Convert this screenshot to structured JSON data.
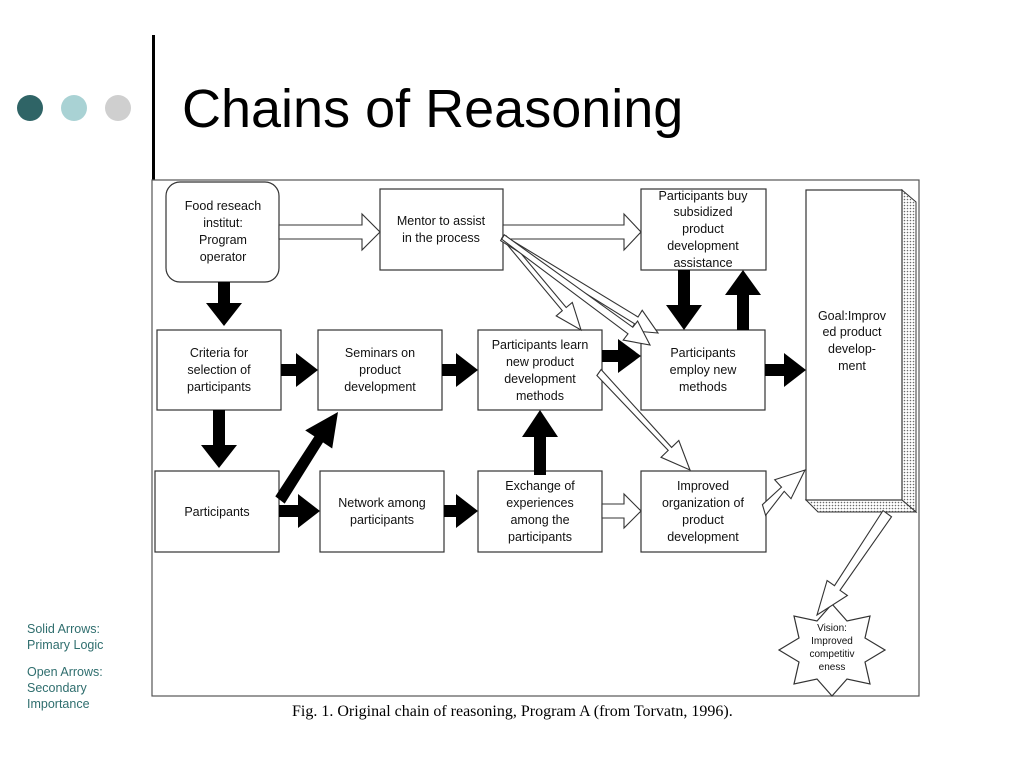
{
  "slide": {
    "title": "Chains of Reasoning",
    "dot_colors": [
      "#2f6466",
      "#a9d2d4",
      "#cfcfcf"
    ]
  },
  "legend": {
    "solid": [
      "Solid Arrows:",
      "Primary Logic"
    ],
    "open": [
      "Open Arrows:",
      "Secondary",
      "Importance"
    ]
  },
  "caption": "Fig. 1. Original chain of reasoning, Program A (from Torvatn, 1996).",
  "diagram": {
    "nodes": {
      "food": [
        "Food reseach",
        "institut:",
        "Program",
        "operator"
      ],
      "mentor": [
        "Mentor to assist",
        "in the process"
      ],
      "buy": [
        "Participants buy",
        "subsidized",
        "product",
        "development",
        "assistance"
      ],
      "goal": [
        "Goal:Improv",
        "ed  product",
        "develop-",
        "ment"
      ],
      "criteria": [
        "Criteria for",
        "selection of",
        "participants"
      ],
      "seminars": [
        "Seminars on",
        "product",
        "development"
      ],
      "learn": [
        "Participants learn",
        "new product",
        "development",
        "methods"
      ],
      "employ": [
        "Participants",
        "employ new",
        "methods"
      ],
      "participants": [
        "Participants"
      ],
      "network": [
        "Network among",
        "participants"
      ],
      "exchange": [
        "Exchange of",
        "experiences",
        "among the",
        "participants"
      ],
      "improved": [
        "Improved",
        "organization of",
        "product",
        "development"
      ],
      "vision": [
        "Vision:",
        "Improved",
        "competitiv",
        "eness"
      ]
    }
  }
}
